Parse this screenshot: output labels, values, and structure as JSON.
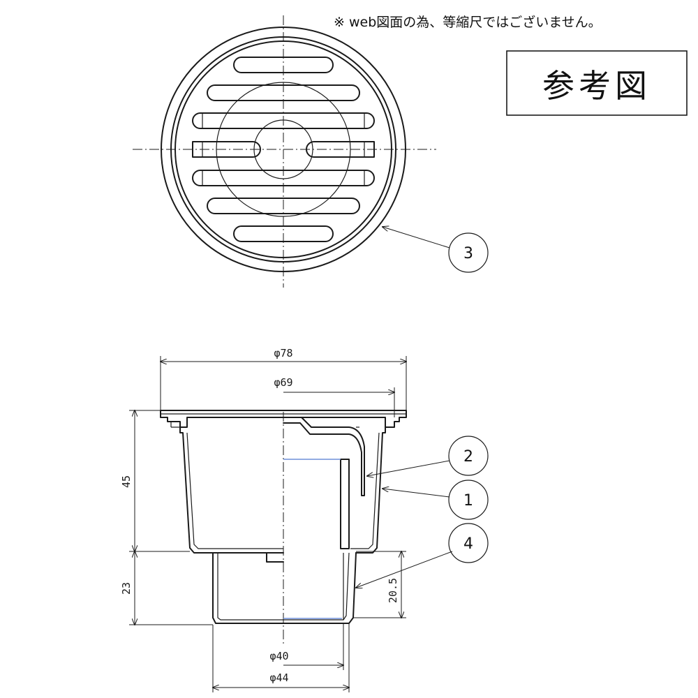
{
  "note": "※ web図面の為、等縮尺ではございません。",
  "reference_title": "参考図",
  "dimensions": {
    "outer_diameter": "φ78",
    "inner_diameter": "φ69",
    "body_height": "45",
    "pipe_height": "23",
    "pipe_inner_height": "20.5",
    "pipe_inner_diameter": "φ40",
    "pipe_outer_diameter": "φ44"
  },
  "part_labels": {
    "grate": "3",
    "trap": "2",
    "body": "1",
    "pipe": "4"
  }
}
